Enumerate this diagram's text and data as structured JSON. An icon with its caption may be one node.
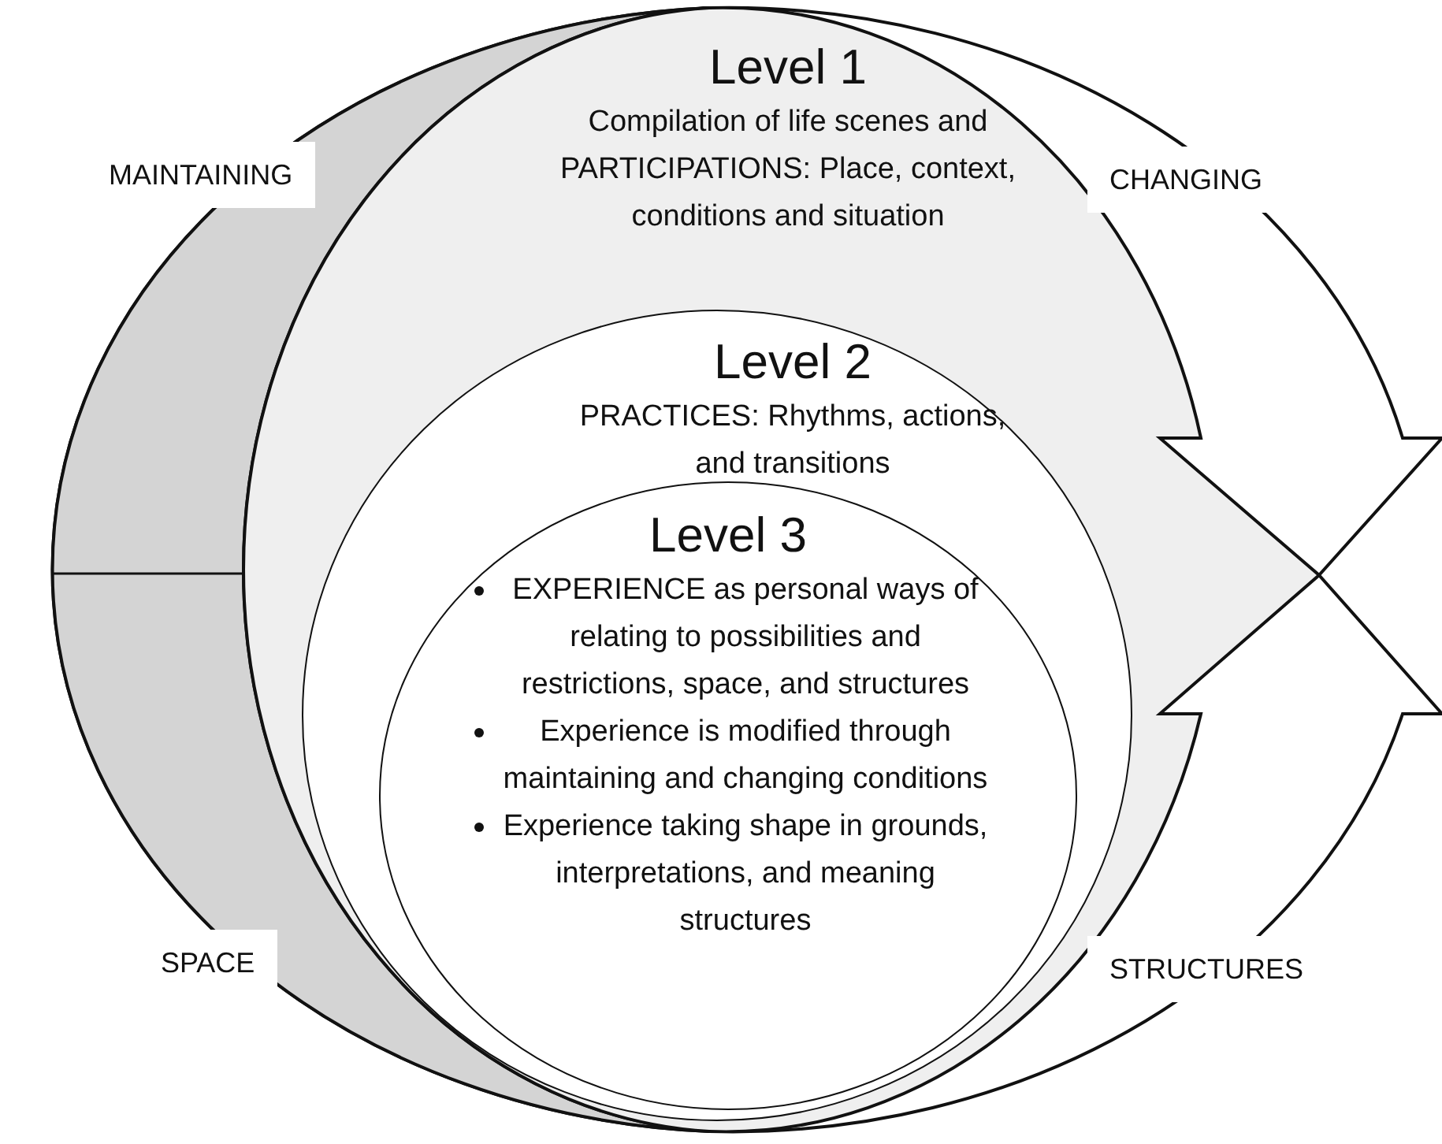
{
  "diagram": {
    "nodes": [
      {
        "text": [
          "Level 1",
          "Compilation of life scenes and PARTICIPATIONS: Place, context, conditions and situation"
        ]
      },
      {
        "text": [
          "Level 2",
          "PRACTICES: Rhythms, actions, and transitions"
        ],
        "in": 0
      },
      {
        "text": [
          "Level 3",
          "EXPERIENCE as personal ways of relating to possibilities and restrictions, space, and structures",
          "Experience is modified through maintaining and changing conditions",
          "Experience taking shape in grounds, interpretations, and meaning structures"
        ],
        "in": 1
      }
    ],
    "labels": [
      "MAINTAINING",
      "CHANGING",
      "SPACE",
      "STRUCTURES"
    ]
  }
}
